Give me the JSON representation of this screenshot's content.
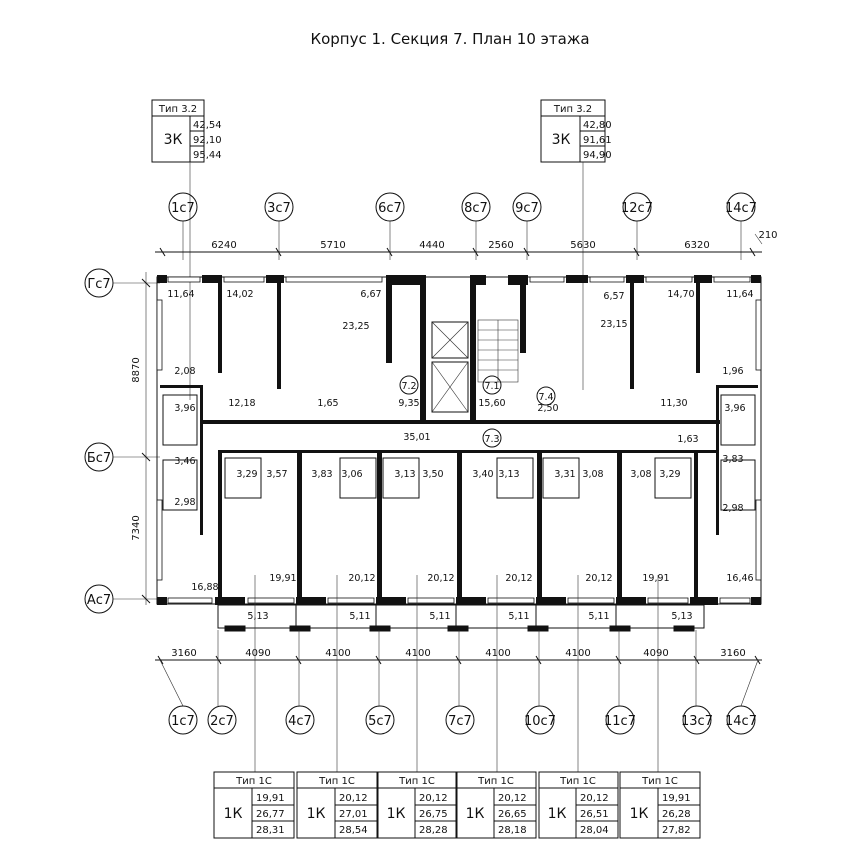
{
  "title": "Корпус 1. Секция 7. План 10 этажа",
  "top_cards": [
    {
      "type": "Тип 3.2",
      "rooms": "3К",
      "vals": [
        "42,54",
        "92,10",
        "95,44"
      ]
    },
    {
      "type": "Тип 3.2",
      "rooms": "3К",
      "vals": [
        "42,80",
        "91,61",
        "94,90"
      ]
    }
  ],
  "bottom_cards": [
    {
      "type": "Тип 1С",
      "rooms": "1К",
      "vals": [
        "19,91",
        "26,77",
        "28,31"
      ]
    },
    {
      "type": "Тип 1С",
      "rooms": "1К",
      "vals": [
        "20,12",
        "27,01",
        "28,54"
      ]
    },
    {
      "type": "Тип 1С",
      "rooms": "1К",
      "vals": [
        "20,12",
        "26,75",
        "28,28"
      ]
    },
    {
      "type": "Тип 1С",
      "rooms": "1К",
      "vals": [
        "20,12",
        "26,65",
        "28,18"
      ]
    },
    {
      "type": "Тип 1С",
      "rooms": "1К",
      "vals": [
        "20,12",
        "26,51",
        "28,04"
      ]
    },
    {
      "type": "Тип 1С",
      "rooms": "1К",
      "vals": [
        "19,91",
        "26,28",
        "27,82"
      ]
    }
  ],
  "top_axes": [
    "1с7",
    "3с7",
    "6с7",
    "8с7",
    "9с7",
    "12с7",
    "14с7"
  ],
  "bottom_axes": [
    "1с7",
    "2с7",
    "4с7",
    "5с7",
    "7с7",
    "10с7",
    "11с7",
    "13с7",
    "14с7"
  ],
  "side_axes": [
    "Гс7",
    "Бс7",
    "Ас7"
  ],
  "top_dims": [
    "6240",
    "5710",
    "4440",
    "2560",
    "5630",
    "6320",
    "210"
  ],
  "bottom_dims": [
    "3160",
    "4090",
    "4100",
    "4100",
    "4100",
    "4100",
    "4090",
    "3160"
  ],
  "side_dims": [
    "8870",
    "7340"
  ],
  "room_areas": [
    "11,64",
    "14,02",
    "6,67",
    "23,25",
    "2,08",
    "3,96",
    "12,18",
    "1,65",
    "9,35",
    "3,46",
    "2,98",
    "15,60",
    "2,50",
    "6,57",
    "23,15",
    "14,70",
    "11,64",
    "1,96",
    "3,96",
    "11,30",
    "1,63",
    "3,83",
    "2,98",
    "35,01",
    "3,29",
    "3,57",
    "3,83",
    "3,06",
    "3,13",
    "3,50",
    "3,40",
    "3,13",
    "3,31",
    "3,08",
    "3,08",
    "3,29",
    "16,88",
    "19,91",
    "20,12",
    "20,12",
    "20,12",
    "20,12",
    "19,91",
    "16,46",
    "5,13",
    "5,11",
    "5,11",
    "5,11",
    "5,11",
    "5,13"
  ],
  "zone_marks": [
    "7.2",
    "7.1",
    "7.4",
    "7.3"
  ]
}
